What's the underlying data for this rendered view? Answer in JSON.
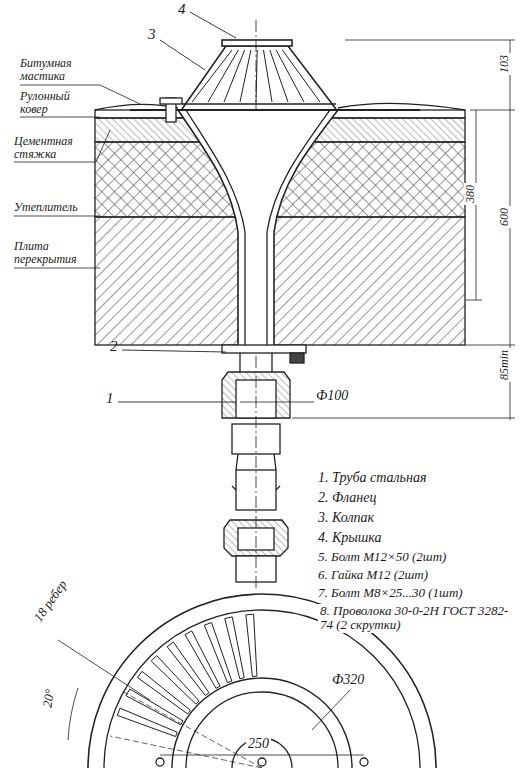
{
  "diagram": {
    "labels": [
      "4",
      "3",
      "Битумная мастика",
      "Рулонный ковер",
      "Цементная стяжка",
      "Утеплитель",
      "Плита перекрытия",
      "103",
      "380",
      "600",
      "85min",
      "Ф100",
      "2",
      "1",
      "1. Труба стальная",
      "2. Фланец",
      "3. Колпак",
      "4. Крышка",
      "5. Болт М12×50 (2шт)",
      "6. Гайка М12 (2шт)",
      "7. Болт М8×25...30 (1шт)",
      "8. Проволока 30-0-2Н ГОСТ 3282-74 (2 скрутки)",
      "18 ребер",
      "20°",
      "Ф320",
      "250"
    ]
  }
}
